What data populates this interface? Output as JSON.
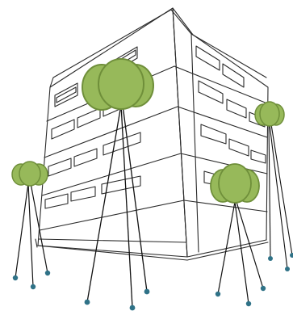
{
  "illustration": {
    "subject": "building-with-tree-pins",
    "colors": {
      "background": "#ffffff",
      "building_stroke": "#2b2b2b",
      "tree_fill": "#97b95a",
      "tree_stroke": "#6f8f3a",
      "stem": "#111111",
      "pin_dot": "#2f7287"
    },
    "trees": [
      {
        "id": "tree-left-small"
      },
      {
        "id": "tree-center-large"
      },
      {
        "id": "tree-right-medium"
      },
      {
        "id": "tree-right-small"
      }
    ]
  }
}
